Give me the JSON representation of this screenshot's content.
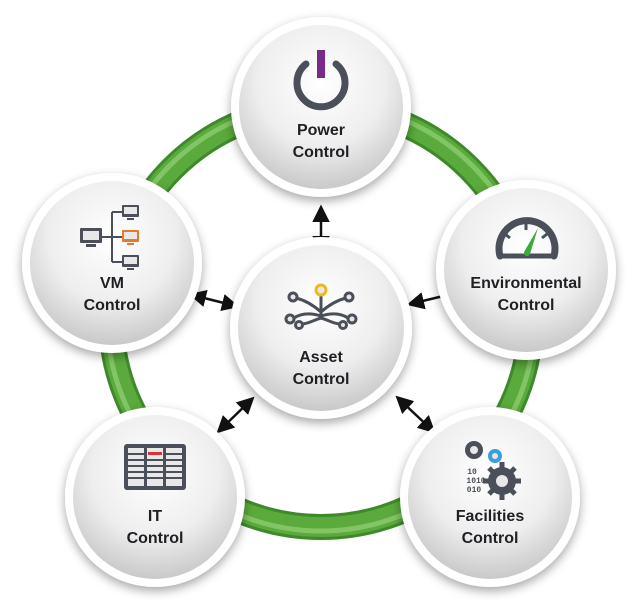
{
  "nodes": {
    "center": {
      "line1": "Asset",
      "line2": "Control",
      "icon": "asset-network-icon"
    },
    "power": {
      "line1": "Power",
      "line2": "Control",
      "icon": "power-icon"
    },
    "environmental": {
      "line1": "Environmental",
      "line2": "Control",
      "icon": "gauge-icon"
    },
    "facilities": {
      "line1": "Facilities",
      "line2": "Control",
      "icon": "gears-icon"
    },
    "it": {
      "line1": "IT",
      "line2": "Control",
      "icon": "server-rack-icon"
    },
    "vm": {
      "line1": "VM",
      "line2": "Control",
      "icon": "vm-network-icon"
    }
  },
  "colors": {
    "ring": "#5aaa3c",
    "ring_light": "#8ccc6e",
    "ring_dark": "#3e8a2a",
    "icon": "#4a4f5a",
    "power_accent": "#7a2a8a",
    "gauge_accent": "#3faa3c",
    "gear_accent": "#3a9fd8",
    "it_accent": "#d8343a",
    "vm_accent": "#e8782a",
    "asset_accent": "#f0b820",
    "arrow": "#111111"
  }
}
